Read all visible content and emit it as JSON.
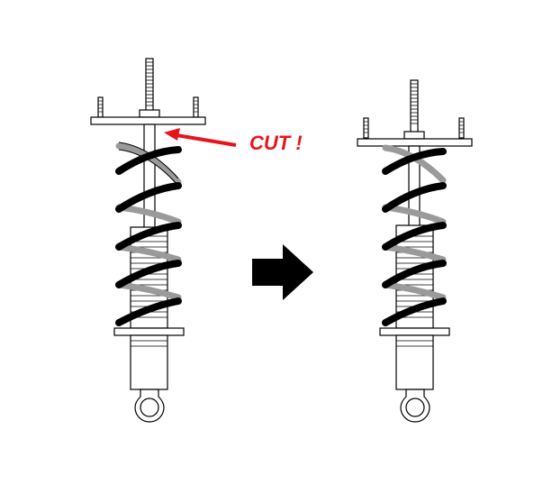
{
  "annotation": {
    "label": "CUT !",
    "color": "#e8141c"
  },
  "colors": {
    "outline": "#000000",
    "spring_front": "#000000",
    "spring_back": "#9a9a9a",
    "body_fill": "#ffffff",
    "arrow_fill": "#000000"
  },
  "figures": [
    {
      "id": "before",
      "description_key": "original-shock-absorber"
    },
    {
      "id": "after",
      "description_key": "cut-shock-absorber"
    }
  ],
  "icons": {
    "transition": "right-arrow-icon",
    "pointer": "red-pointer-arrow-icon"
  }
}
